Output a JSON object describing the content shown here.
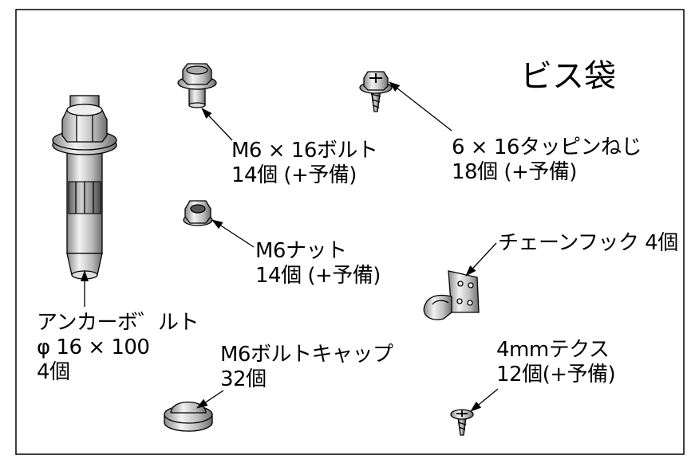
{
  "title": "ビス袋",
  "parts": [
    {
      "id": "anchor-bolt",
      "lines": [
        "アンカーボ゛ルト",
        "φ 16 × 100",
        "4個"
      ]
    },
    {
      "id": "m6-bolt",
      "lines": [
        "M6 × 16ボルト",
        "14個 (+予備)"
      ]
    },
    {
      "id": "tapping-screw",
      "lines": [
        "6 × 16タッピンねじ",
        "18個 (+予備)"
      ]
    },
    {
      "id": "m6-nut",
      "lines": [
        "M6ナット",
        "14個 (+予備)"
      ]
    },
    {
      "id": "chain-hook",
      "lines": [
        "チェーンフック 4個"
      ]
    },
    {
      "id": "bolt-cap",
      "lines": [
        "M6ボルトキャップ",
        "32個"
      ]
    },
    {
      "id": "tex-screw",
      "lines": [
        "4mmテクス",
        "12個(+予備)"
      ]
    }
  ]
}
